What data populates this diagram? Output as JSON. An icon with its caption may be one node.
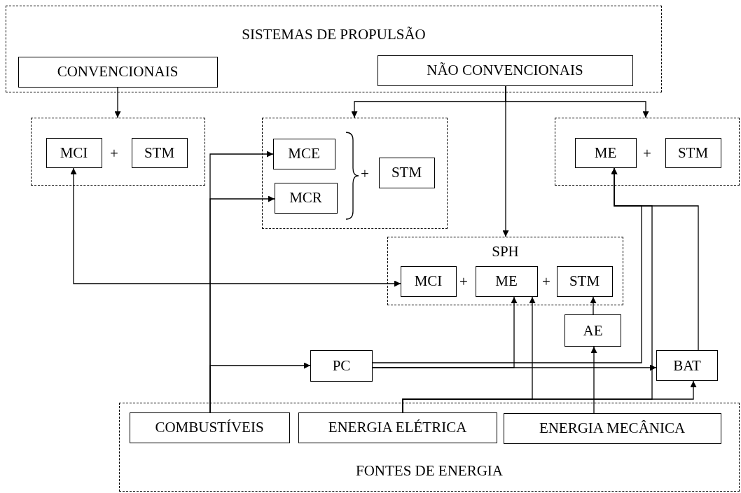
{
  "diagram": {
    "nodes": [
      {
        "text": [
          "SISTEMAS DE PROPULSÃO"
        ]
      },
      {
        "text": [
          "CONVENCIONAIS"
        ],
        "in": 0
      },
      {
        "text": [
          "NÃO CONVENCIONAIS"
        ],
        "in": 0
      },
      {
        "text": [],
        "shape": "box"
      },
      {
        "text": [
          "MCI"
        ],
        "in": 3
      },
      {
        "text": [
          "STM"
        ],
        "in": 3
      },
      {
        "text": [],
        "shape": "box"
      },
      {
        "text": [
          "MCE"
        ],
        "in": 6
      },
      {
        "text": [
          "MCR"
        ],
        "in": 6
      },
      {
        "text": [
          "STM"
        ],
        "in": 6
      },
      {
        "text": [],
        "shape": "box"
      },
      {
        "text": [
          "ME"
        ],
        "in": 10
      },
      {
        "text": [
          "STM"
        ],
        "in": 10
      },
      {
        "text": [
          "SPH"
        ]
      },
      {
        "text": [
          "MCI"
        ],
        "in": 13
      },
      {
        "text": [
          "ME"
        ],
        "in": 13
      },
      {
        "text": [
          "STM"
        ],
        "in": 13
      },
      {
        "text": [
          "AE"
        ]
      },
      {
        "text": [
          "PC"
        ]
      },
      {
        "text": [
          "BAT"
        ]
      },
      {
        "text": [
          "FONTES DE ENERGIA"
        ]
      },
      {
        "text": [
          "COMBUSTÍVEIS"
        ],
        "in": 20
      },
      {
        "text": [
          "ENERGIA ELÉTRICA"
        ],
        "in": 20
      },
      {
        "text": [
          "ENERGIA MECÂNICA"
        ],
        "in": 20
      }
    ],
    "edges": [
      {
        "from": 1,
        "to": 3,
        "arrow": "to"
      },
      {
        "from": 2,
        "to": 6,
        "arrow": "to"
      },
      {
        "from": 2,
        "to": 10,
        "arrow": "to"
      },
      {
        "from": 2,
        "to": 13,
        "arrow": "to"
      },
      {
        "from": 21,
        "to": 7,
        "arrow": "to"
      },
      {
        "from": 21,
        "to": 8,
        "arrow": "to"
      },
      {
        "from": 21,
        "to": 18,
        "arrow": "to"
      },
      {
        "from": 4,
        "to": 14,
        "arrow": "both"
      },
      {
        "from": 18,
        "to": 15,
        "arrow": "to"
      },
      {
        "from": 18,
        "to": 19,
        "arrow": "to"
      },
      {
        "from": 18,
        "to": 11,
        "arrow": "to"
      },
      {
        "from": 22,
        "to": 15,
        "arrow": "to"
      },
      {
        "from": 22,
        "to": 19,
        "arrow": "to"
      },
      {
        "from": 22,
        "to": 11,
        "arrow": "to"
      },
      {
        "from": 19,
        "to": 11,
        "arrow": "to"
      },
      {
        "from": 23,
        "to": 17,
        "arrow": "to"
      },
      {
        "from": 17,
        "to": 16,
        "arrow": "to"
      }
    ],
    "labels": [
      "+",
      "+",
      "+",
      "+",
      "+"
    ]
  }
}
